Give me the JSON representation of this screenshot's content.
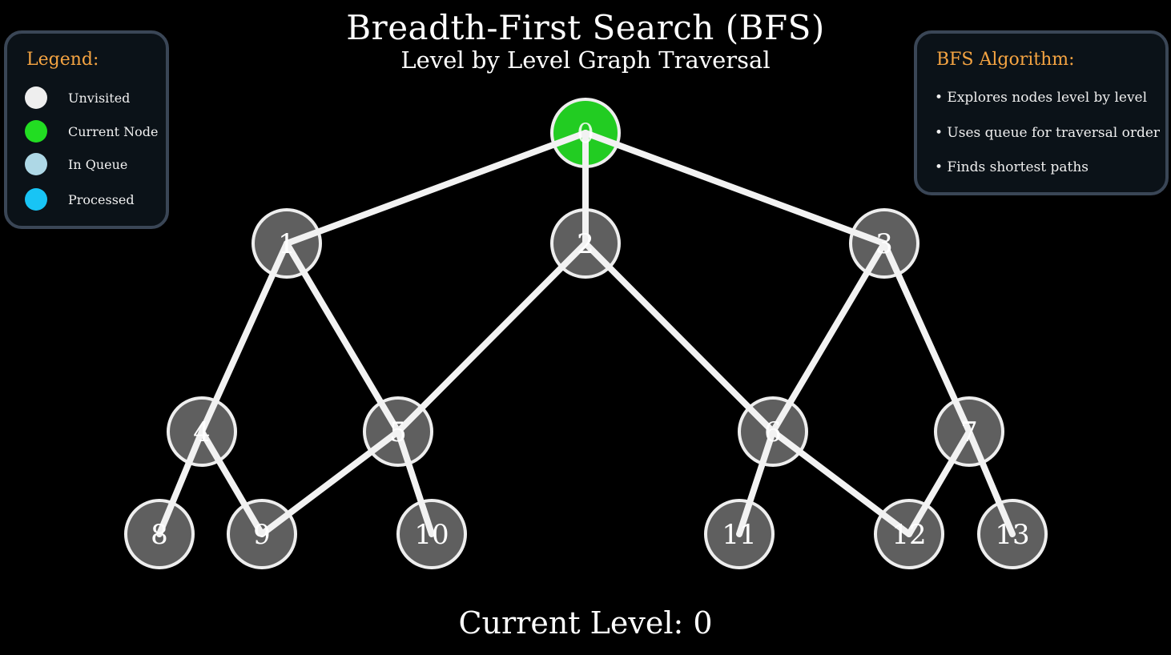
{
  "header": {
    "title": "Breadth-First Search (BFS)",
    "subtitle": "Level by Level Graph Traversal"
  },
  "legend": {
    "heading": "Legend:",
    "items": [
      {
        "label": "Unvisited",
        "color": "#eeeeee"
      },
      {
        "label": "Current Node",
        "color": "#22dd22"
      },
      {
        "label": "In Queue",
        "color": "#aed8e6"
      },
      {
        "label": "Processed",
        "color": "#18c4f5"
      }
    ]
  },
  "algorithm": {
    "heading": "BFS Algorithm:",
    "points": [
      "• Explores nodes level by level",
      "• Uses queue for traversal order",
      "• Finds shortest paths"
    ]
  },
  "graph": {
    "nodes": [
      {
        "id": "0",
        "state": "current"
      },
      {
        "id": "1",
        "state": "unvisited"
      },
      {
        "id": "2",
        "state": "unvisited"
      },
      {
        "id": "3",
        "state": "unvisited"
      },
      {
        "id": "4",
        "state": "unvisited"
      },
      {
        "id": "5",
        "state": "unvisited"
      },
      {
        "id": "6",
        "state": "unvisited"
      },
      {
        "id": "7",
        "state": "unvisited"
      },
      {
        "id": "8",
        "state": "unvisited"
      },
      {
        "id": "9",
        "state": "unvisited"
      },
      {
        "id": "10",
        "state": "unvisited"
      },
      {
        "id": "11",
        "state": "unvisited"
      },
      {
        "id": "12",
        "state": "unvisited"
      },
      {
        "id": "13",
        "state": "unvisited"
      }
    ],
    "edges": [
      [
        "0",
        "1"
      ],
      [
        "0",
        "2"
      ],
      [
        "0",
        "3"
      ],
      [
        "1",
        "4"
      ],
      [
        "1",
        "5"
      ],
      [
        "2",
        "5"
      ],
      [
        "2",
        "6"
      ],
      [
        "3",
        "6"
      ],
      [
        "3",
        "7"
      ],
      [
        "4",
        "8"
      ],
      [
        "4",
        "9"
      ],
      [
        "5",
        "9"
      ],
      [
        "5",
        "10"
      ],
      [
        "6",
        "11"
      ],
      [
        "6",
        "12"
      ],
      [
        "7",
        "12"
      ],
      [
        "7",
        "13"
      ]
    ],
    "colors": {
      "current": "#22cc22",
      "unvisited": "#5f5f5f",
      "outline": "#eeeeee",
      "edge": "#f2f2f2"
    }
  },
  "status": {
    "current_level_label": "Current Level: 0"
  }
}
